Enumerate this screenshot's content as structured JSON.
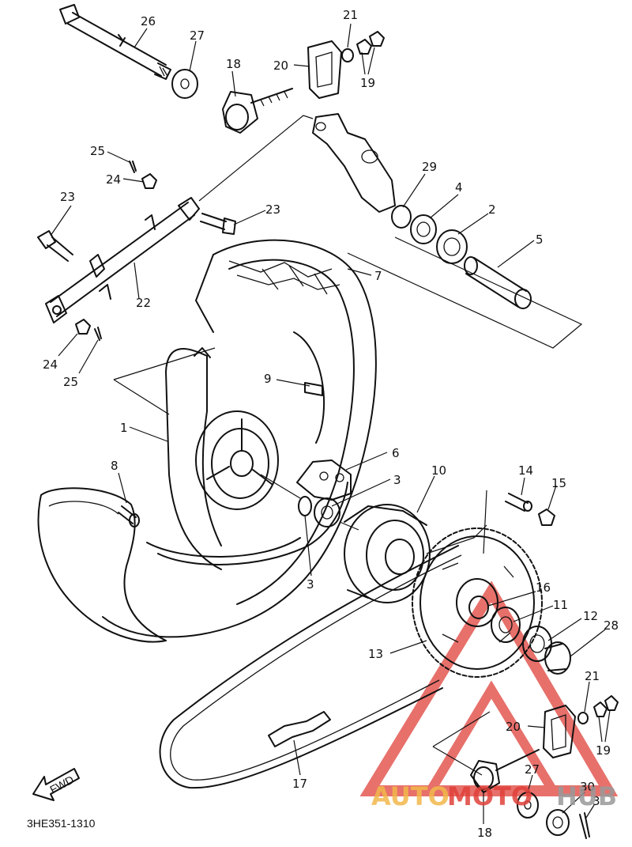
{
  "diagram": {
    "code": "3HE351-1310",
    "fwd_label": "FWD",
    "watermark": {
      "part1": "AUTO",
      "part2": "MOTO",
      "part3": "HUB"
    },
    "callouts": {
      "c1": "1",
      "c2": "2",
      "c3a": "3",
      "c3b": "3",
      "c3c": "3",
      "c4": "4",
      "c5": "5",
      "c6": "6",
      "c7": "7",
      "c8": "8",
      "c9": "9",
      "c10": "10",
      "c11": "11",
      "c12": "12",
      "c13": "13",
      "c14": "14",
      "c15": "15",
      "c16": "16",
      "c17": "17",
      "c18a": "18",
      "c18b": "18",
      "c19a": "19",
      "c19b": "19",
      "c20a": "20",
      "c20b": "20",
      "c21a": "21",
      "c21b": "21",
      "c22": "22",
      "c23a": "23",
      "c23b": "23",
      "c24a": "24",
      "c24b": "24",
      "c25a": "25",
      "c25b": "25",
      "c26": "26",
      "c27a": "27",
      "c27b": "27",
      "c28": "28",
      "c29": "29",
      "c30": "30"
    },
    "colors": {
      "ink": "#111111",
      "watermark_red": "#e0413a",
      "watermark_orange": "#f2b84b",
      "watermark_grey": "#9a9a9a"
    }
  }
}
